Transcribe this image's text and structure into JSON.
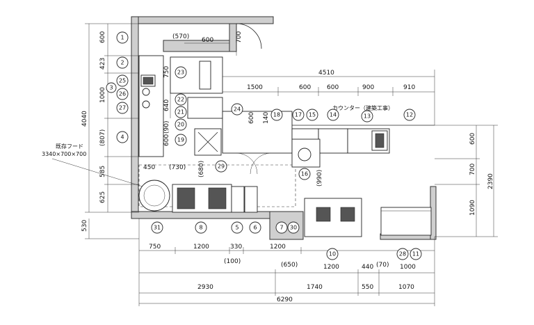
{
  "hood_label": "既存フード",
  "hood_size": "3340×700×700",
  "counter_label": "カウンター（建築工事）",
  "dims": {
    "top_570": "(570)",
    "top_600": "600",
    "top_700": "700",
    "left_600": "600",
    "left_423": "423",
    "left_1000": "1000",
    "left_807": "(807)",
    "left_4040": "4040",
    "left_585": "585",
    "left_625": "625",
    "left_530": "530",
    "left_750": "750",
    "left_640": "640",
    "left_90": "(90)",
    "left_600b": "600",
    "mid_600": "600",
    "mid_140": "140",
    "mid_450": "450",
    "mid_730": "(730)",
    "mid_680": "(680)",
    "mid_990": "(990)",
    "run_4510": "4510",
    "run_1500": "1500",
    "run_600a": "600",
    "run_600b": "600",
    "run_900": "900",
    "run_910": "910",
    "right_600": "600",
    "right_700": "700",
    "right_1090": "1090",
    "right_2390": "2390",
    "b_750": "750",
    "b_1200a": "1200",
    "b_330": "330",
    "b_1200b": "1200",
    "b_100": "(100)",
    "b_650": "(650)",
    "b_1200c": "1200",
    "b_440": "440",
    "b_70": "(70)",
    "b_1000": "1000",
    "c_2930": "2930",
    "c_1740": "1740",
    "c_550": "550",
    "c_1070": "1070",
    "total_6290": "6290"
  },
  "bubbles": [
    "1",
    "2",
    "25",
    "3",
    "26",
    "27",
    "4",
    "23",
    "22",
    "21",
    "24",
    "20",
    "19",
    "18",
    "17",
    "15",
    "14",
    "13",
    "12",
    "29",
    "16",
    "31",
    "8",
    "5",
    "6",
    "7",
    "30",
    "10",
    "28",
    "11"
  ]
}
